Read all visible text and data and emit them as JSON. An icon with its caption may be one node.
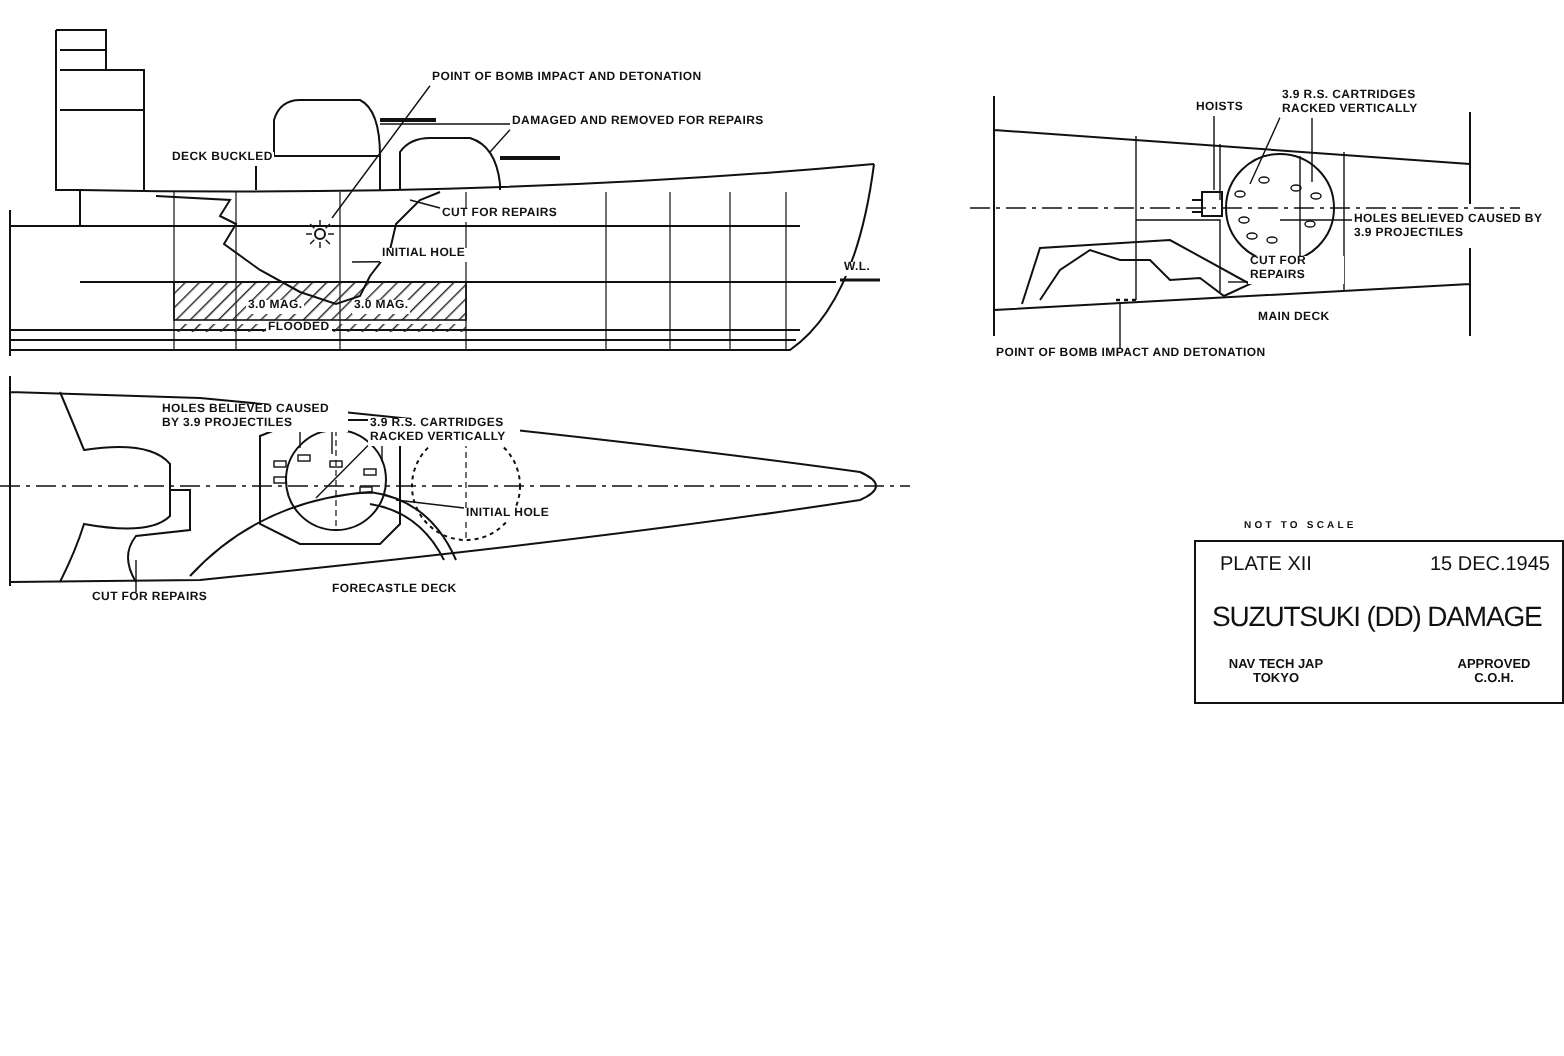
{
  "diagram": {
    "nodes": [
      {
        "text": [
          "POINT OF BOMB IMPACT AND DETONATION"
        ]
      },
      {
        "text": [
          "DAMAGED AND REMOVED FOR REPAIRS"
        ]
      },
      {
        "text": [
          "DECK BUCKLED"
        ]
      },
      {
        "text": [
          "CUT FOR REPAIRS"
        ]
      },
      {
        "text": [
          "INITIAL HOLE"
        ]
      },
      {
        "text": [
          "HOISTS"
        ]
      },
      {
        "text": [
          "3.9 R.S. CARTRIDGES RACKED VERTICALLY"
        ]
      },
      {
        "text": [
          "HOLES BELIEVED CAUSED BY 3.9 PROJECTILES"
        ]
      },
      {
        "text": [
          "CUT FOR REPAIRS"
        ]
      },
      {
        "text": [
          "POINT OF BOMB IMPACT AND DETONATION"
        ]
      },
      {
        "text": [
          "HOLES BELIEVED CAUSED BY 3.9 PROJECTILES"
        ]
      },
      {
        "text": [
          "3.9 R.S. CARTRIDGES RACKED VERTICALLY"
        ]
      },
      {
        "text": [
          "INITIAL HOLE"
        ]
      },
      {
        "text": [
          "CUT FOR REPAIRS"
        ]
      },
      {
        "text": [
          "PLATE XII",
          "15 DEC.1945",
          "SUZUTSUKI (DD) DAMAGE",
          "NAV TECH JAP TOKYO",
          "APPROVED C.O.H."
        ]
      }
    ],
    "edges": [
      {
        "from": 0,
        "to": null,
        "arrow": "none"
      },
      {
        "from": 1,
        "to": null,
        "arrow": "none"
      },
      {
        "from": 1,
        "to": null,
        "arrow": "none"
      },
      {
        "from": 2,
        "to": null,
        "arrow": "none"
      },
      {
        "from": 3,
        "to": null,
        "arrow": "none"
      },
      {
        "from": 4,
        "to": null,
        "arrow": "none"
      },
      {
        "from": 5,
        "to": null,
        "arrow": "none"
      },
      {
        "from": 6,
        "to": null,
        "arrow": "none"
      },
      {
        "from": 6,
        "to": null,
        "arrow": "none"
      },
      {
        "from": 7,
        "to": null,
        "arrow": "none"
      },
      {
        "from": 8,
        "to": null,
        "arrow": "none"
      },
      {
        "from": 9,
        "to": null,
        "arrow": "none"
      },
      {
        "from": 10,
        "to": null,
        "arrow": "none"
      },
      {
        "from": 10,
        "to": null,
        "arrow": "none"
      },
      {
        "from": 11,
        "to": null,
        "arrow": "none"
      },
      {
        "from": 11,
        "to": null,
        "arrow": "none"
      },
      {
        "from": 12,
        "to": null,
        "arrow": "none"
      },
      {
        "from": 13,
        "to": null,
        "arrow": "none"
      }
    ],
    "labels": [
      "3.0 MAG.",
      "3.0 MAG.",
      "FLOODED",
      "W.L.",
      "MAIN DECK",
      "FORECASTLE DECK",
      "NOT TO SCALE"
    ]
  }
}
